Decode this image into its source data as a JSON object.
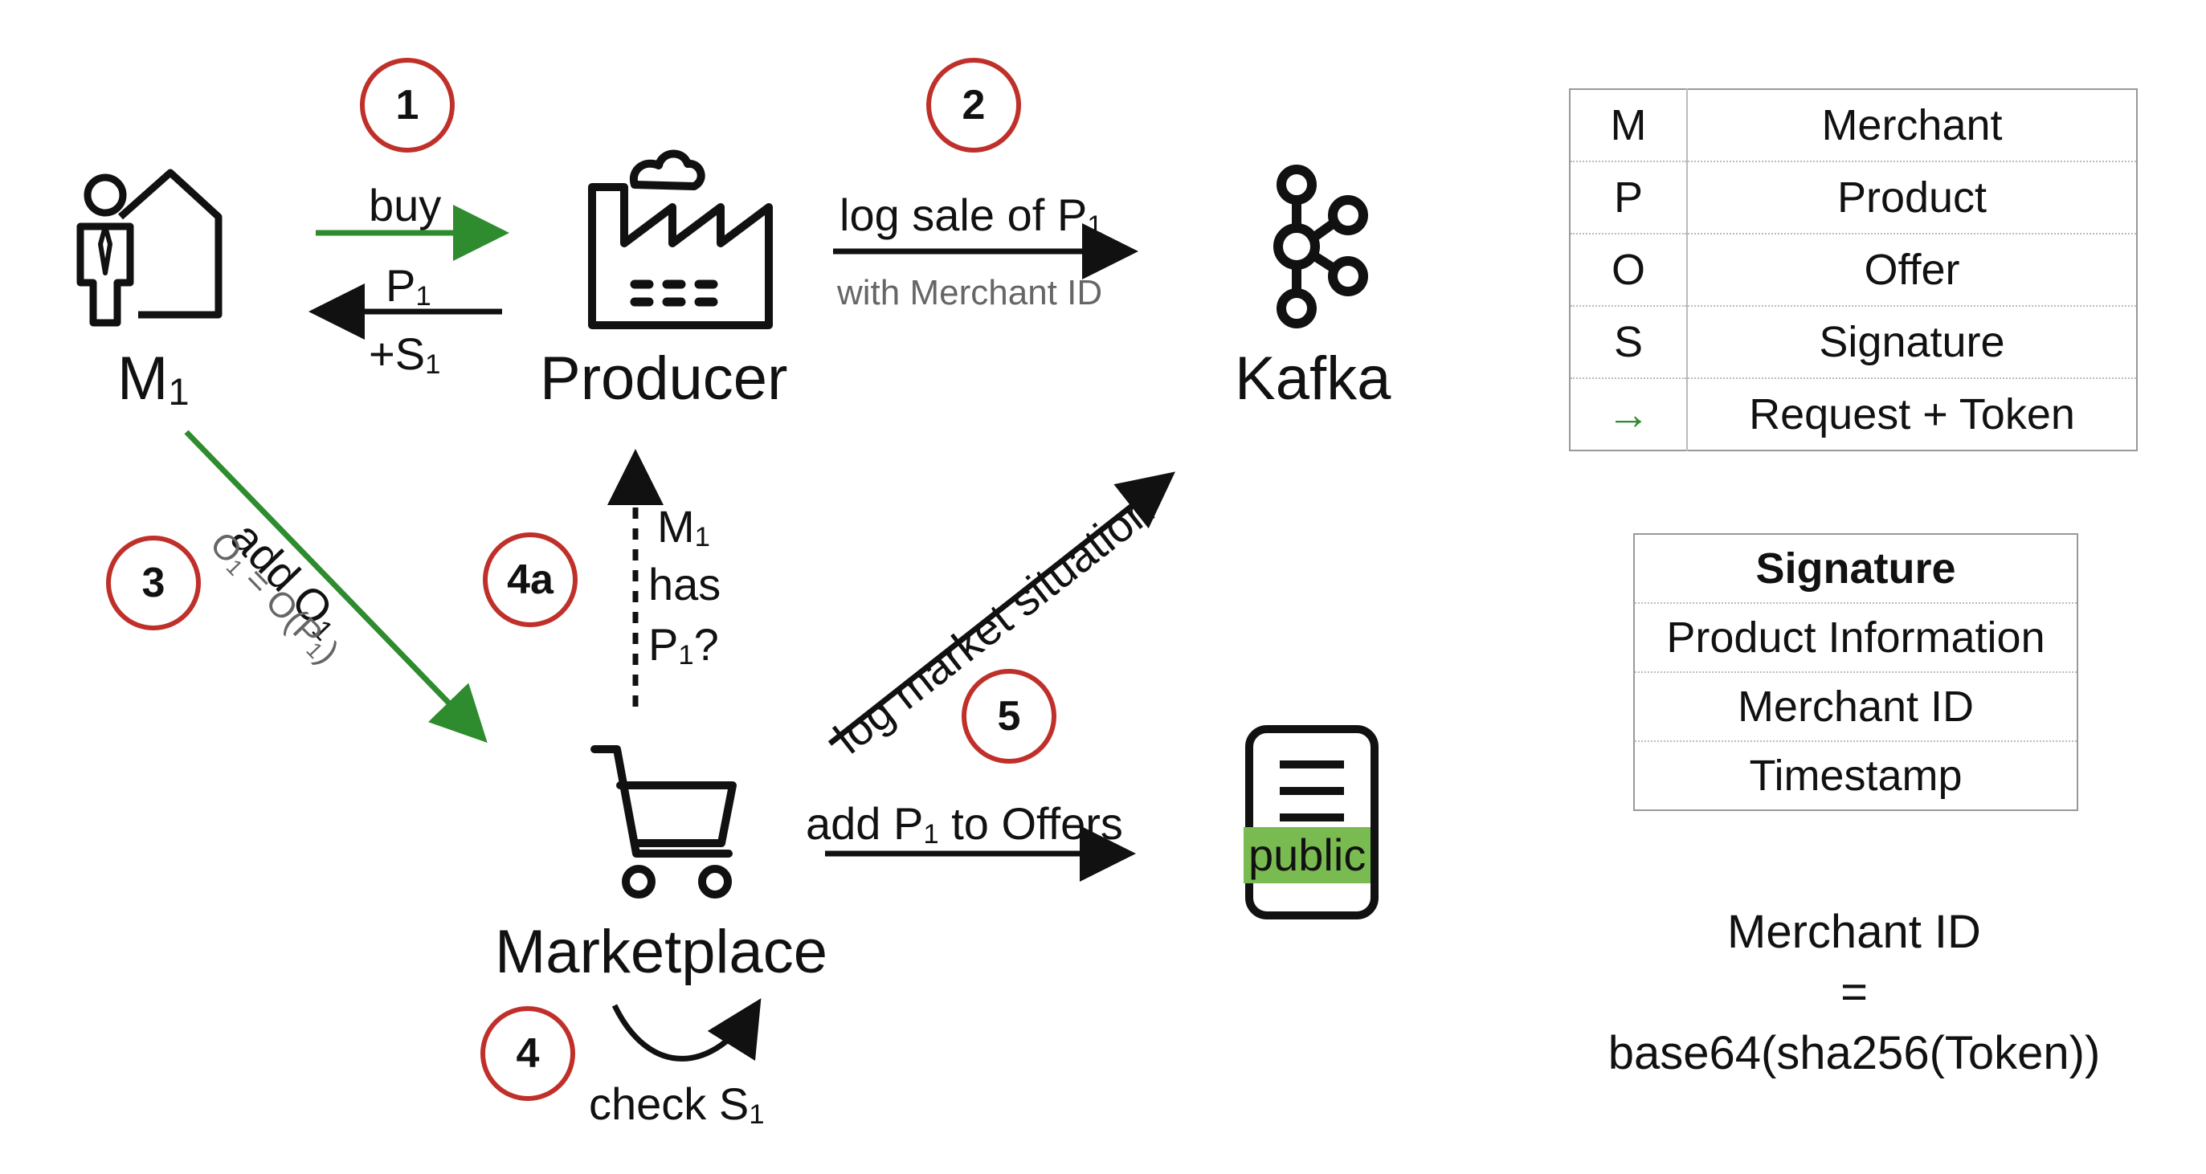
{
  "nodes": {
    "merchant": "M",
    "merchant_sub": "1",
    "producer": "Producer",
    "kafka": "Kafka",
    "marketplace": "Marketplace",
    "public": "public"
  },
  "steps": [
    "1",
    "2",
    "3",
    "4a",
    "4",
    "5"
  ],
  "edges": {
    "buy": "buy",
    "p1": "P",
    "p1_sub": "1",
    "s1_prefix": "+S",
    "s1_sub": "1",
    "log_sale": "log sale of P",
    "log_sale_sub": "1",
    "with_merchant_id": "with Merchant ID",
    "add_o1": "add O",
    "add_o1_sub": "1",
    "o1_eq": "O",
    "o1_eq_sub": "1",
    "o1_eq_rest": " = O(P",
    "o1_eq_sub2": "1",
    "o1_eq_close": ")",
    "m1_has": "M",
    "m1_has_sub": "1",
    "has": "has",
    "p1q": "P",
    "p1q_sub": "1",
    "p1q_rest": "?",
    "log_market": "log market situation",
    "add_p1_offers_a": "add P",
    "add_p1_offers_sub": "1",
    "add_p1_offers_b": " to Offers",
    "check_s1": "check S",
    "check_s1_sub": "1"
  },
  "legend": [
    {
      "key": "M",
      "value": "Merchant"
    },
    {
      "key": "P",
      "value": "Product"
    },
    {
      "key": "O",
      "value": "Offer"
    },
    {
      "key": "S",
      "value": "Signature"
    },
    {
      "key": "→",
      "value": "Request + Token"
    }
  ],
  "signature_table": [
    "Signature",
    "Product Information",
    "Merchant ID",
    "Timestamp"
  ],
  "formula": {
    "line1": "Merchant ID",
    "line2": "=",
    "line3": "base64(sha256(Token))"
  },
  "colors": {
    "step_ring": "#c0302a",
    "request_arrow": "#2e8b2e",
    "public_badge": "#79bb50"
  }
}
